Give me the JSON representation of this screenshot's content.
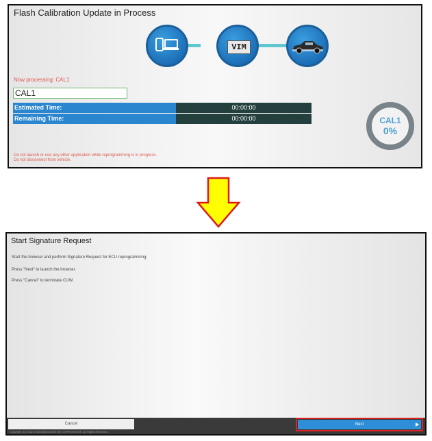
{
  "panel1": {
    "title": "Flash Calibration Update in Process",
    "flow_icons": [
      "devices-icon",
      "vim-icon",
      "car-icon"
    ],
    "vim_label": "VIM",
    "status_text": "Now processing: CAL1",
    "current_cal": "CAL1",
    "estimated_label": "Estimated Time:",
    "estimated_value": "00:00:00",
    "remaining_label": "Remaining Time:",
    "remaining_value": "00:00:00",
    "progress_name": "CAL1",
    "progress_percent": "0%",
    "progress_fraction": 0,
    "warning_line1": "Do not launch or use any other application while reprogramming is in progress.",
    "warning_line2": "Do not disconnect from vehicle."
  },
  "panel2": {
    "title": "Start Signature Request",
    "line1": "Start the browser and perform Signature Request for ECU reprogramming.",
    "line2": "Press \"Next\" to launch the browser.",
    "line3": "Press \"Cancel\" to terminate CUW.",
    "cancel_label": "Cancel",
    "next_label": "Next",
    "copyright": "Copyright (C) 2012-2018 MAZDA MOTOR CORPORATION. All Rights Reserved."
  },
  "colors": {
    "accent_blue": "#2a86cf",
    "dark_teal": "#23403f",
    "warning_red": "#e0584a",
    "highlight_red": "#e02020",
    "arrow_yellow": "#ffff00"
  }
}
